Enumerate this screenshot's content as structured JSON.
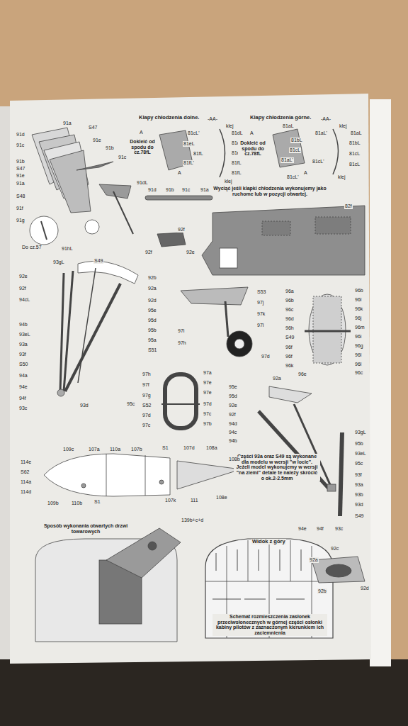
{
  "diagram": {
    "labels": [
      "91a",
      "S47",
      "91d",
      "91e",
      "91c",
      "91b",
      "91c",
      "91b",
      "S47",
      "91e",
      "91a",
      "S48",
      "91f",
      "91g",
      "Do cz.57",
      "91hL",
      "91dL",
      "Klapy chłodzenia dolne.",
      "-AA-",
      "klej",
      "A",
      "Dokleić od spodu do cz.78fL",
      "81cL'",
      "81dL",
      "81dL",
      "81eL",
      "81eL",
      "81fL",
      "81fL",
      "81fL'",
      "81fL",
      "A",
      "klej",
      "Klapy chłodzenia górne.",
      "-AA-",
      "klej",
      "A",
      "Dokleić od spodu do cz.78fL",
      "81aL",
      "81aL'",
      "81aL",
      "81bL",
      "81bL",
      "81cL",
      "81cL",
      "81aL'",
      "81cL'",
      "81cL",
      "A",
      "81cL'",
      "klej",
      "91d",
      "91b",
      "91c",
      "91a",
      "92f",
      "92f",
      "92e",
      "Wyciąć jeśli klapki chłodzenia wykonujemy jako ruchome lub w pozycji otwartej.",
      "82f",
      "93gL",
      "S49",
      "92e",
      "92f",
      "94cL",
      "92b",
      "92a",
      "92d",
      "95e",
      "95d",
      "95b",
      "95a",
      "S51",
      "94b",
      "93eL",
      "93a",
      "93f",
      "S50",
      "94a",
      "94e",
      "94f",
      "93c",
      "93d",
      "95c",
      "S53",
      "97j",
      "97k",
      "97l",
      "97i",
      "97h",
      "97d",
      "96a",
      "96b",
      "96c",
      "96d",
      "96h",
      "S49",
      "96f",
      "96f",
      "96k",
      "96e",
      "96b",
      "96l",
      "96k",
      "96j",
      "96m",
      "96i",
      "96g",
      "96l",
      "96l",
      "96c",
      "97h",
      "97f",
      "97g",
      "S52",
      "97d",
      "97c",
      "97a",
      "97e",
      "97e",
      "97d",
      "97c",
      "97b",
      "92a",
      "95e",
      "95d",
      "92e",
      "92f",
      "94d",
      "94c",
      "94b",
      "93gL",
      "95b",
      "93eL",
      "95c",
      "93f",
      "93a",
      "93b",
      "93d",
      "S49",
      "94e",
      "94f",
      "93c",
      "Części 93a oraz S49 są wykonane dla modelu w wersji \"w locie\". Jeżeli model wykonujemy w wersji \"na ziemi\" detale te należy skrócić o ok.2-2.5mm",
      "109c",
      "107a",
      "110a",
      "107b",
      "S1",
      "107d",
      "108a",
      "108b",
      "114e",
      "S62",
      "114a",
      "114d",
      "109b",
      "110b",
      "S1",
      "107k",
      "111",
      "108e",
      "Sposób wykonania otwartych drzwi towarowych",
      "139b+c+d",
      "Widok z góry",
      "Schemat rozmieszczenia zasłonek przeciwsłonecznych w górnej części osłonki kabiny pilotów z zaznaczonym kierunkiem ich zaciemnienia",
      "92c",
      "92a",
      "92b",
      "92d"
    ]
  }
}
